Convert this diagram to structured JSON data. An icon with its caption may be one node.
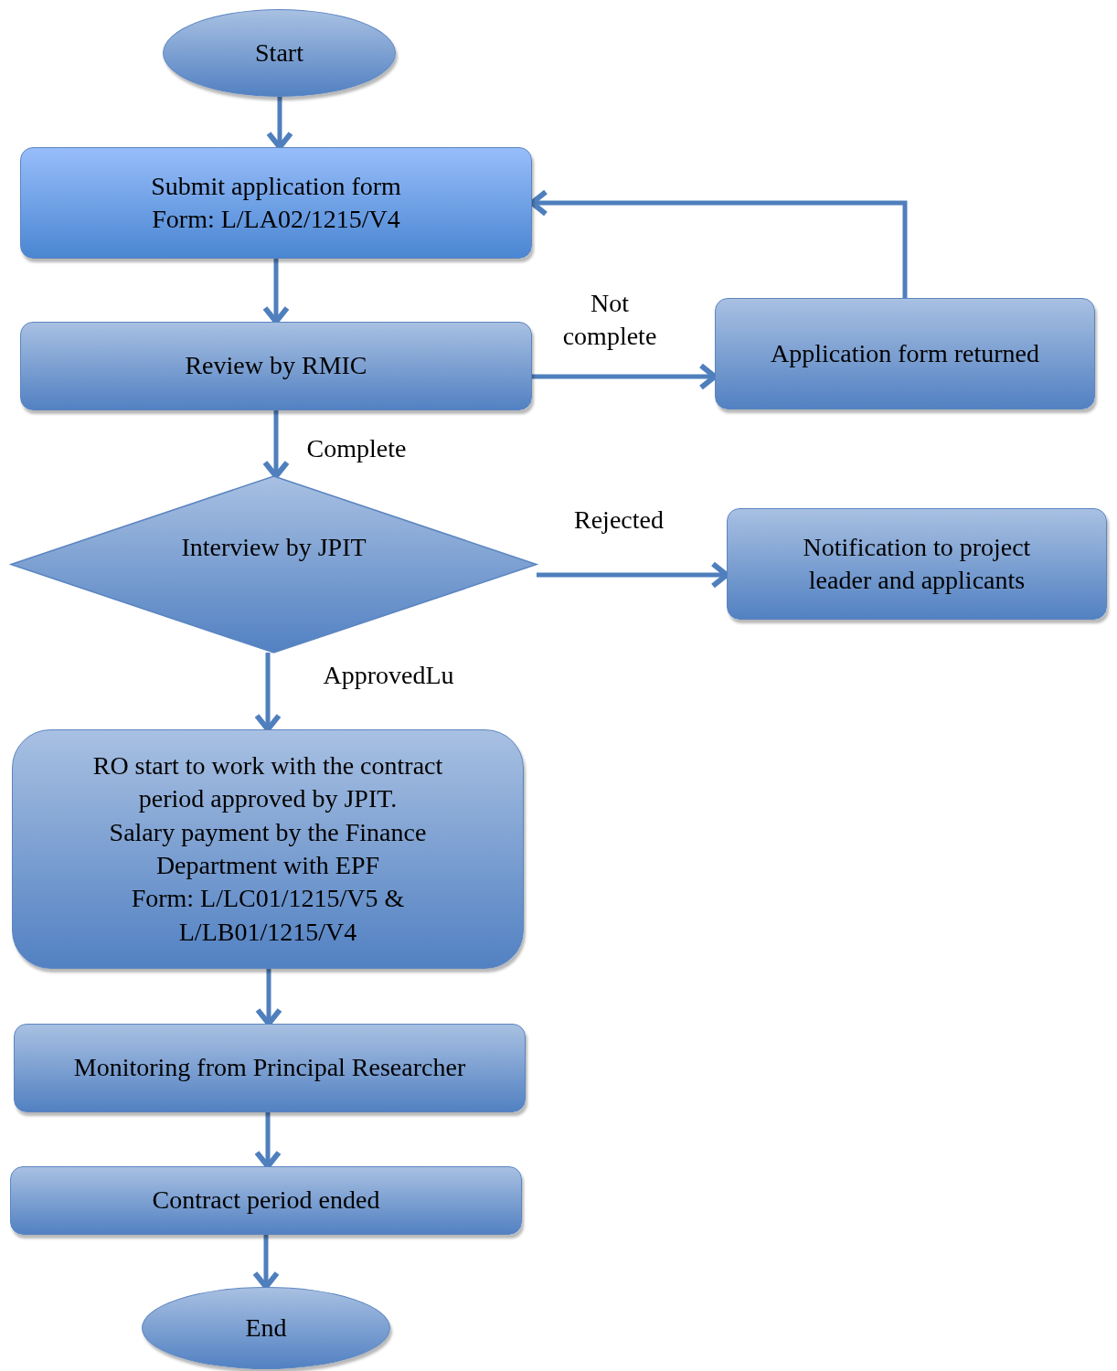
{
  "diagram": {
    "nodes": [
      {
        "text": [
          "Start"
        ]
      },
      {
        "text": [
          "Submit application form",
          "Form: L/LA02/1215/V4"
        ]
      },
      {
        "text": [
          "Review by RMIC"
        ]
      },
      {
        "text": [
          "Application form returned"
        ]
      },
      {
        "text": [
          "Interview by JPIT"
        ]
      },
      {
        "text": [
          "Notification to project leader and applicants"
        ]
      },
      {
        "text": [
          "RO start to work with the contract period approved by JPIT.",
          "Salary payment by the Finance Department with EPF",
          "Form: L/LC01/1215/V5 & L/LB01/1215/V4"
        ]
      },
      {
        "text": [
          "Monitoring from Principal Researcher"
        ]
      },
      {
        "text": [
          "Contract period ended"
        ]
      },
      {
        "text": [
          "End"
        ]
      }
    ],
    "edges": [
      {
        "from": 0,
        "to": 1,
        "arrow": "to"
      },
      {
        "from": 1,
        "to": 2,
        "arrow": "to"
      },
      {
        "from": 2,
        "to": 3,
        "arrow": "to",
        "label": "Not complete"
      },
      {
        "from": 3,
        "to": 1,
        "arrow": "to"
      },
      {
        "from": 2,
        "to": 4,
        "arrow": "to",
        "label": "Complete"
      },
      {
        "from": 4,
        "to": 5,
        "arrow": "to",
        "label": "Rejected"
      },
      {
        "from": 4,
        "to": 6,
        "arrow": "to",
        "label": "ApprovedLu"
      },
      {
        "from": 6,
        "to": 7,
        "arrow": "to"
      },
      {
        "from": 7,
        "to": 8,
        "arrow": "to"
      },
      {
        "from": 8,
        "to": 9,
        "arrow": "to"
      }
    ]
  }
}
